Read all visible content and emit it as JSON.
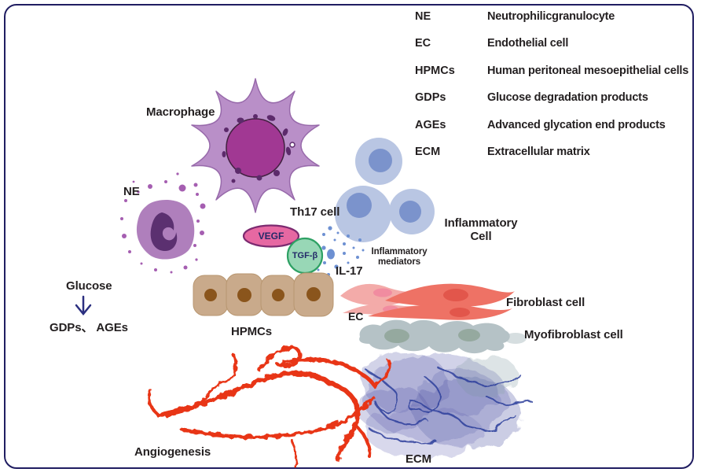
{
  "legend": {
    "items": [
      {
        "abbr": "NE",
        "definition": "Neutrophilicgranulocyte"
      },
      {
        "abbr": "EC",
        "definition": "Endothelial cell"
      },
      {
        "abbr": "HPMCs",
        "definition": "Human peritoneal mesoepithelial cells"
      },
      {
        "abbr": "GDPs",
        "definition": "Glucose degradation products"
      },
      {
        "abbr": "AGEs",
        "definition": "Advanced glycation end products"
      },
      {
        "abbr": "ECM",
        "definition": "Extracellular matrix"
      }
    ]
  },
  "labels": {
    "macrophage": "Macrophage",
    "ne": "NE",
    "th17": "Th17 cell",
    "il17": "IL-17",
    "inflammatory_mediators_line1": "Inflammatory",
    "inflammatory_mediators_line2": "mediators",
    "inflammatory_cell_line1": "Inflammatory",
    "inflammatory_cell_line2": "Cell",
    "hpmcs": "HPMCs",
    "glucose": "Glucose",
    "gdps_ages": "GDPs、 AGEs",
    "ec": "EC",
    "fibroblast": "Fibroblast cell",
    "myofibroblast": "Myofibroblast cell",
    "angiogenesis": "Angiogenesis",
    "ecm": "ECM"
  },
  "badges": {
    "vegf": "VEGF",
    "tgfb": "TGF-β"
  },
  "colors": {
    "frame_border": "#201d61",
    "text": "#231f20",
    "badge_text": "#232968",
    "macrophage_body": "#b98fc8",
    "macrophage_nucleus": "#a13893",
    "ne_body": "#af7fbc",
    "ne_nucleus": "#5b3070",
    "inflammatory_cell_body": "#b9c6e3",
    "inflammatory_cell_nucleus": "#7b93cc",
    "vegf_fill": "#e668a2",
    "vegf_border": "#7c2a70",
    "tgfb_fill": "#98d7b6",
    "tgfb_border": "#2ea164",
    "mediator_dot": "#6d90d2",
    "hpmc_body": "#c9aa8b",
    "hpmc_nucleus": "#8a551c",
    "fibroblast_light": "#f3aba9",
    "fibroblast_dark": "#ee7265",
    "myofibroblast_body": "#b5c2c6",
    "myofibroblast_nucleus": "#95a99f",
    "angiogenesis_red": "#e83517",
    "ecm_cloud": "#7173b6",
    "ecm_fiber": "#2c3e9b",
    "arrow_navy": "#2b2f80"
  }
}
